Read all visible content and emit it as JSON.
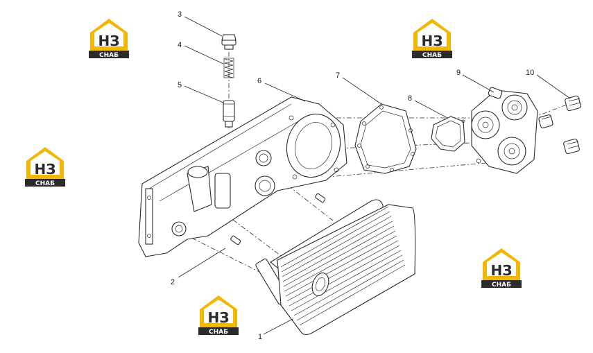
{
  "callouts": [
    {
      "id": "1",
      "label": "1"
    },
    {
      "id": "2",
      "label": "2"
    },
    {
      "id": "3",
      "label": "3"
    },
    {
      "id": "4",
      "label": "4"
    },
    {
      "id": "5",
      "label": "5"
    },
    {
      "id": "6",
      "label": "6"
    },
    {
      "id": "7",
      "label": "7"
    },
    {
      "id": "8",
      "label": "8"
    },
    {
      "id": "9",
      "label": "9"
    },
    {
      "id": "10",
      "label": "10"
    }
  ],
  "watermark": {
    "top": "НЗ",
    "bottom": "СНАБ",
    "colors": {
      "gold": "#f2b705",
      "dark": "#2b2b2b"
    }
  }
}
